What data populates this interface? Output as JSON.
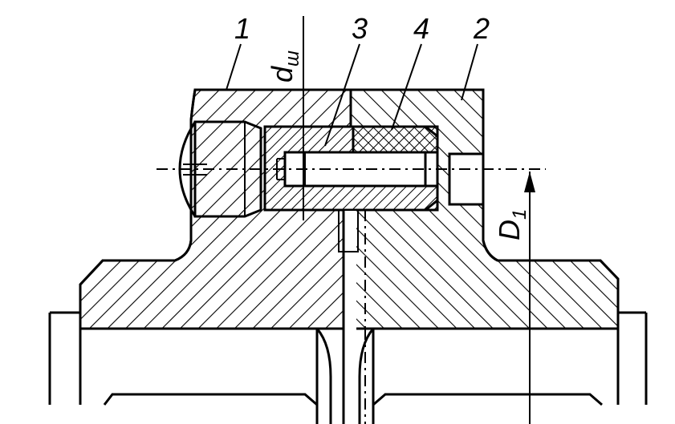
{
  "callouts": {
    "part_1": "1",
    "part_2": "2",
    "part_3": "3",
    "part_4": "4"
  },
  "dimensions": {
    "pin_diameter_symbol": "d",
    "pin_diameter_subscript": "ш",
    "d1_symbol": "D",
    "d1_subscript": "1"
  },
  "colors": {
    "line": "#000000",
    "background": "#ffffff"
  }
}
